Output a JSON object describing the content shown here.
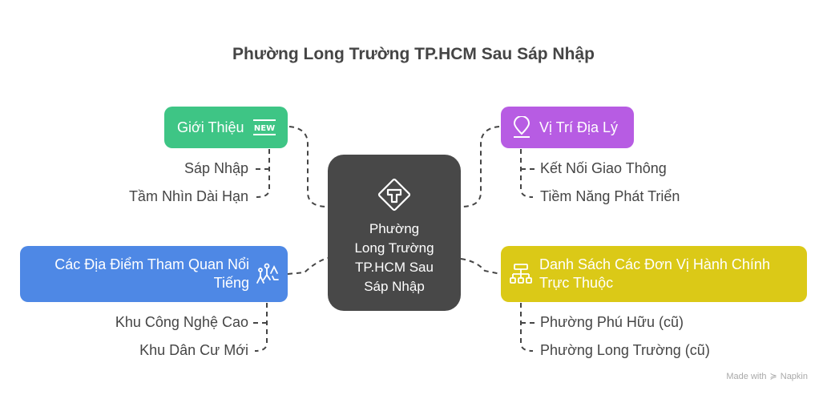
{
  "title": "Phường Long Trường TP.HCM Sau Sáp Nhập",
  "center": {
    "label": "Phường Long Trường TP.HCM Sau Sáp Nhập",
    "lines": [
      "Phường",
      "Long Trường",
      "TP.HCM Sau",
      "Sáp Nhập"
    ],
    "icon": "t-diamond-icon",
    "color": "#484848"
  },
  "nodes": [
    {
      "id": "gioi-thieu",
      "label": "Giới Thiệu",
      "icon": "new-badge-icon",
      "icon_text": "NEW",
      "color": "#3ec585",
      "children": [
        "Sáp Nhập",
        "Tầm Nhìn Dài Hạn"
      ]
    },
    {
      "id": "vi-tri",
      "label": "Vị Trí Địa Lý",
      "icon": "location-pin-icon",
      "color": "#b75ce3",
      "children": [
        "Kết Nối Giao Thông",
        "Tiềm Năng Phát Triển"
      ]
    },
    {
      "id": "dia-diem",
      "label_lines": [
        "Các Địa Điểm Tham Quan Nổi",
        "Tiếng"
      ],
      "icon": "hiking-people-icon",
      "color": "#4e88e5",
      "children": [
        "Khu Công Nghệ Cao",
        "Khu Dân Cư Mới"
      ]
    },
    {
      "id": "don-vi",
      "label_lines": [
        "Danh Sách Các Đơn Vị Hành Chính",
        "Trực Thuộc"
      ],
      "icon": "org-chart-icon",
      "color": "#dbc917",
      "children": [
        "Phường Phú Hữu (cũ)",
        "Phường Long Trường (cũ)"
      ]
    }
  ],
  "footer": {
    "made_with": "Made with",
    "brand": "Napkin"
  }
}
